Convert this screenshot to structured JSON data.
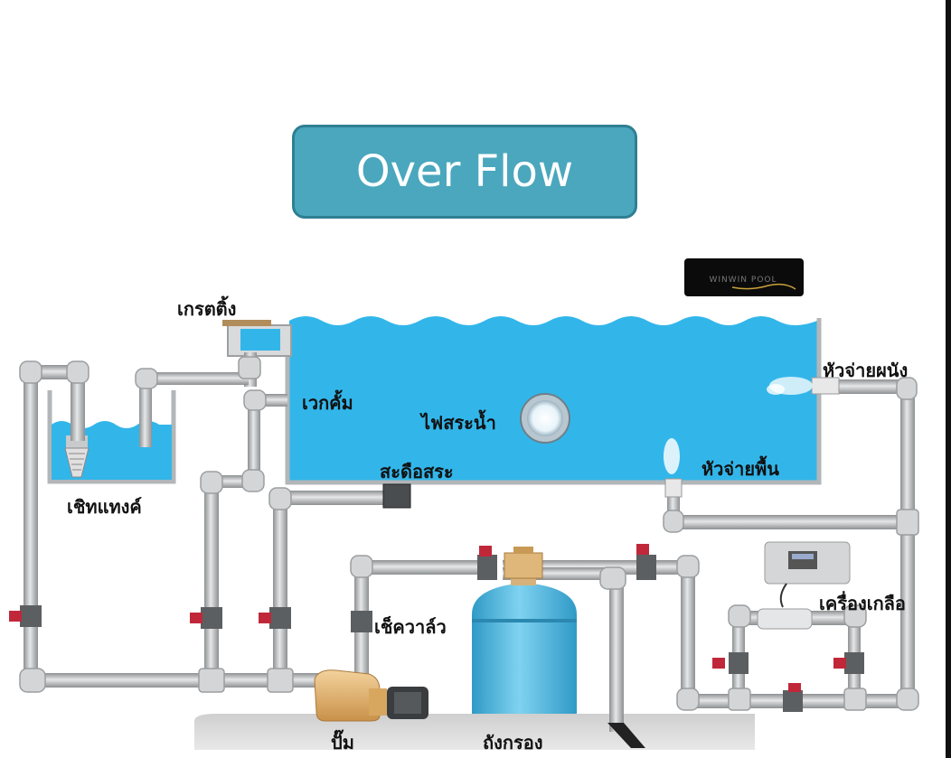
{
  "title": "Over Flow",
  "logo_text": "WINWIN POOL",
  "colors": {
    "title_box": "#4aa7bd",
    "water": "#32b6ea",
    "pipe": "#c9cbcc",
    "valve_handle": "#c0283a",
    "pump_body": "#e5b776",
    "filter_tank": "#4fb8e0"
  },
  "labels": {
    "grating": "เกรตติ้ง",
    "weir": "เวกคั้ม",
    "light": "ไฟสระน้ำ",
    "wall_inlet": "หัวจ่ายผนัง",
    "floor_inlet": "หัวจ่ายพื้น",
    "vacuum": "สะดือสระ",
    "balance_tank": "เชิทแทงค์",
    "check_valve": "เช็ควาล์ว",
    "salt_chlorinator": "เครื่องเกลือ",
    "pump": "ปั๊ม",
    "filter": "ถังกรอง"
  }
}
